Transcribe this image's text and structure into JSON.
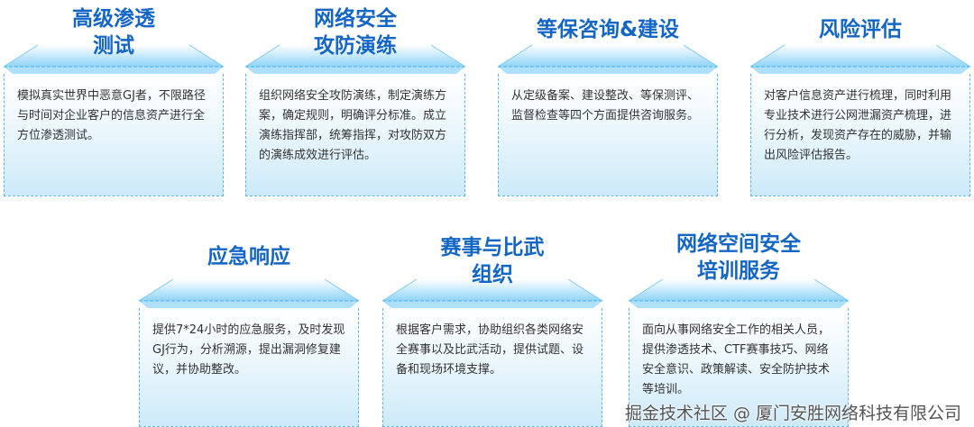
{
  "top_cards": [
    {
      "title": "高级渗透\n测试",
      "text": "模拟真实世界中恶意GJ者，不限路径与时间对企业客户的信息资产进行全方位渗透测试。"
    },
    {
      "title": "网络安全\n攻防演练",
      "text": "组织网络安全攻防演练，制定演练方案，确定规则，明确评分标准。成立演练指挥部，统筹指挥，对攻防双方的演练成效进行评估。"
    },
    {
      "title": "等保咨询&建设",
      "text": "从定级备案、建设整改、等保测评、监督检查等四个方面提供咨询服务。"
    },
    {
      "title": "风险评估",
      "text": "对客户信息资产进行梳理，同时利用专业技术进行公网泄漏资产梳理，进行分析，发现资产存在的威胁，并输出风险评估报告。"
    }
  ],
  "bottom_cards": [
    {
      "title": "应急响应",
      "text": "提供7*24小时的应急服务，及时发现GJ行为，分析溯源，提出漏洞修复建议，并协助整改。"
    },
    {
      "title": "赛事与比武\n组织",
      "text": "根据客户需求，协助组织各类网络安全赛事以及比武活动，提供试题、设备和现场环境支撑。"
    },
    {
      "title": "网络空间安全\n培训服务",
      "text": "面向从事网络安全工作的相关人员，提供渗透技术、CTF赛事技巧、网络安全意识、政策解读、安全防护技术等培训。"
    }
  ],
  "watermark": "掘金技术社区 @ 厦门安胜网络科技有限公司",
  "colors": {
    "title": "#1466c4",
    "border": "#5ab6ea",
    "text": "#333333"
  }
}
